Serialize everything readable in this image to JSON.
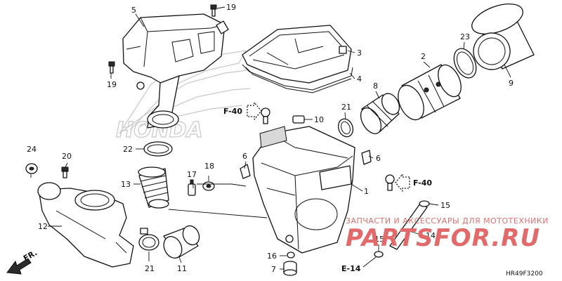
{
  "callouts": {
    "c1": "1",
    "c2": "2",
    "c3": "3",
    "c4": "4",
    "c5": "5",
    "c6a": "6",
    "c6b": "6",
    "c7": "7",
    "c8": "8",
    "c9": "9",
    "c10": "10",
    "c11": "11",
    "c12": "12",
    "c13": "13",
    "c14": "14",
    "c15a": "15",
    "c15b": "15",
    "c16": "16",
    "c17": "17",
    "c18": "18",
    "c19a": "19",
    "c19b": "19",
    "c20": "20",
    "c21a": "21",
    "c21b": "21",
    "c22": "22",
    "c23": "23",
    "c24": "24"
  },
  "references": {
    "f40_left": "F-40",
    "f40_right": "F-40",
    "e14": "E-14"
  },
  "front_marker": "FR.",
  "diagram_code": "HR49F3200",
  "watermark": {
    "banner": "ЗАПЧАСТИ И АКСЕССУАРЫ ДЛЯ МОТОТЕХНИКИ",
    "logo": "PARTSFOR.RU"
  },
  "background_brand": "HONDA",
  "colors": {
    "line": "#111111",
    "watermark": "#e36a6a",
    "background": "#ffffff"
  }
}
